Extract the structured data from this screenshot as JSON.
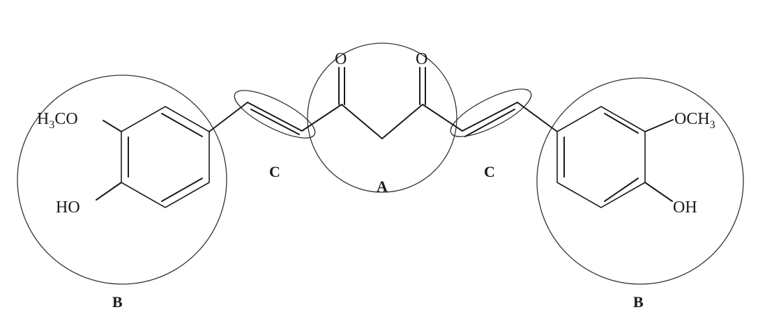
{
  "molecule": {
    "left_methoxy": {
      "main": "H",
      "sub": "3",
      "tail": "CO"
    },
    "left_hydroxy": "HO",
    "right_methoxy": {
      "main": "OCH",
      "sub": "3"
    },
    "right_hydroxy": "OH",
    "keto_oxygen_1": "O",
    "keto_oxygen_2": "O"
  },
  "regions": {
    "center": "A",
    "ring_left": "B",
    "ring_right": "B",
    "alkene_left": "C",
    "alkene_right": "C"
  }
}
